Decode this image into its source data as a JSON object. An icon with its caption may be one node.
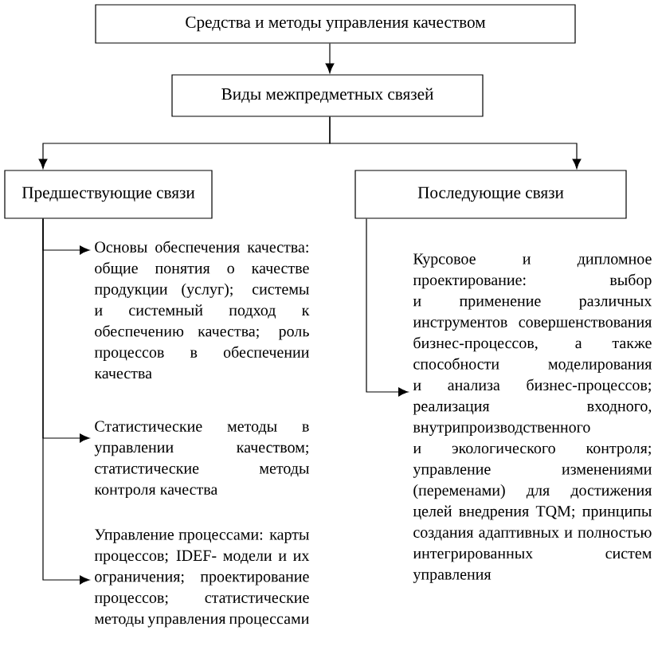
{
  "diagram": {
    "nodes": [
      {
        "text": [
          "Средства и методы управления качеством"
        ]
      },
      {
        "text": [
          "Виды межпредметных связей"
        ]
      },
      {
        "text": [
          "Предшествующие связи"
        ]
      },
      {
        "text": [
          "Последующие связи"
        ]
      },
      {
        "text": [
          "Основы обеспечения качества: общие понятия о качестве продукции (услуг); системы и системный подход к обеспечению качества; роль процессов в обеспечении качества"
        ]
      },
      {
        "text": [
          "Статистические методы в управлении качеством; статистические методы контроля качества"
        ]
      },
      {
        "text": [
          "Управление процессами: карты процессов; IDEF- модели и их ограничения; проектирование процессов; статистические методы управления процессами"
        ]
      },
      {
        "text": [
          "Курсовое и дипломное проектирование: выбор и применение различных инструментов совершенствования бизнес-процессов, а также способности моделирования и анализа бизнес-процессов; реализация входного, внутрипроизводственного и экологического контроля; управление изменениями (переменами) для достижения целей внедрения TQM; принципы создания адаптивных и полностью интегрированных систем управления"
        ]
      }
    ],
    "edges": [
      {
        "from": 0,
        "to": 1,
        "arrow": "to"
      },
      {
        "from": 1,
        "to": 2,
        "arrow": "to"
      },
      {
        "from": 1,
        "to": 3,
        "arrow": "to"
      },
      {
        "from": 2,
        "to": 4,
        "arrow": "to"
      },
      {
        "from": 2,
        "to": 5,
        "arrow": "to"
      },
      {
        "from": 2,
        "to": 6,
        "arrow": "to"
      },
      {
        "from": 3,
        "to": 7,
        "arrow": "to"
      }
    ]
  }
}
